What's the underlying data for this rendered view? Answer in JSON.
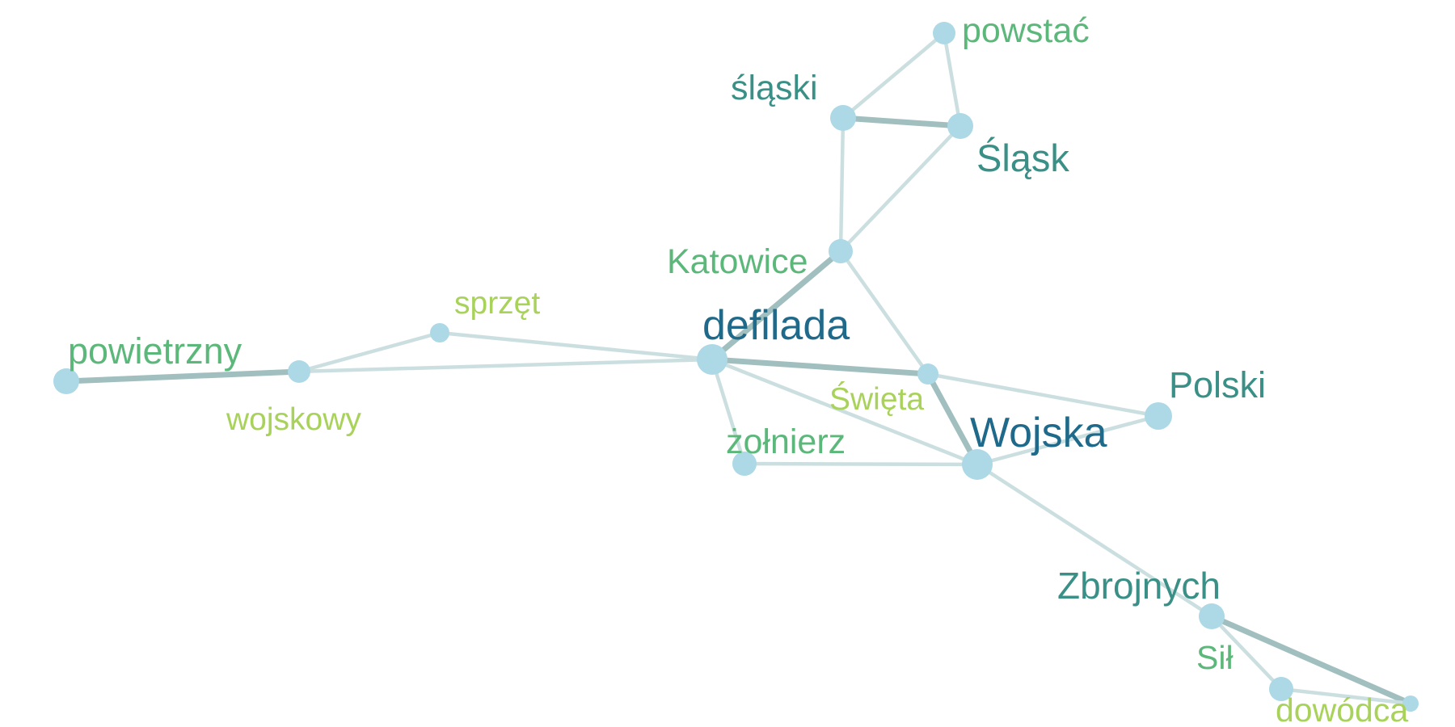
{
  "graph": {
    "node_color": "#add8e6",
    "nodes": [
      {
        "id": "powstac",
        "label": "powstać",
        "color": "#5cb87a"
      },
      {
        "id": "slaski",
        "label": "śląski",
        "color": "#3a9086"
      },
      {
        "id": "slask",
        "label": "Śląsk",
        "color": "#3a9086"
      },
      {
        "id": "katowice",
        "label": "Katowice",
        "color": "#5cb87a"
      },
      {
        "id": "defilada",
        "label": "defilada",
        "color": "#1f6a8a"
      },
      {
        "id": "sprzet",
        "label": "sprzęt",
        "color": "#a8d25a"
      },
      {
        "id": "powietrzny",
        "label": "powietrzny",
        "color": "#5cb87a"
      },
      {
        "id": "wojskowy",
        "label": "wojskowy",
        "color": "#a8d25a"
      },
      {
        "id": "swieta",
        "label": "Święta",
        "color": "#a8d25a"
      },
      {
        "id": "polski",
        "label": "Polski",
        "color": "#3a9086"
      },
      {
        "id": "zolnierz",
        "label": "żołnierz",
        "color": "#5cb87a"
      },
      {
        "id": "wojska",
        "label": "Wojska",
        "color": "#1f6a8a"
      },
      {
        "id": "zbrojnych",
        "label": "Zbrojnych",
        "color": "#3a9086"
      },
      {
        "id": "sil",
        "label": "Sił",
        "color": "#5cb87a"
      },
      {
        "id": "dowodca",
        "label": "dowódca",
        "color": "#a8d25a"
      }
    ],
    "edges": [
      {
        "source": "slaski",
        "target": "powstac",
        "weight": 1
      },
      {
        "source": "powstac",
        "target": "slask",
        "weight": 1
      },
      {
        "source": "slaski",
        "target": "slask",
        "weight": 2
      },
      {
        "source": "slaski",
        "target": "katowice",
        "weight": 1
      },
      {
        "source": "slask",
        "target": "katowice",
        "weight": 1
      },
      {
        "source": "katowice",
        "target": "defilada",
        "weight": 2
      },
      {
        "source": "katowice",
        "target": "swieta",
        "weight": 1
      },
      {
        "source": "defilada",
        "target": "swieta",
        "weight": 2
      },
      {
        "source": "defilada",
        "target": "sprzet",
        "weight": 1
      },
      {
        "source": "defilada",
        "target": "wojskowy",
        "weight": 1
      },
      {
        "source": "sprzet",
        "target": "wojskowy",
        "weight": 1
      },
      {
        "source": "powietrzny",
        "target": "wojskowy",
        "weight": 2
      },
      {
        "source": "defilada",
        "target": "wojska",
        "weight": 1
      },
      {
        "source": "defilada",
        "target": "zolnierz",
        "weight": 1
      },
      {
        "source": "zolnierz",
        "target": "wojska",
        "weight": 1
      },
      {
        "source": "swieta",
        "target": "wojska",
        "weight": 2
      },
      {
        "source": "swieta",
        "target": "polski",
        "weight": 1
      },
      {
        "source": "wojska",
        "target": "polski",
        "weight": 1
      },
      {
        "source": "wojska",
        "target": "zbrojnych",
        "weight": 1
      },
      {
        "source": "zbrojnych",
        "target": "dowodca",
        "weight": 2
      },
      {
        "source": "zbrojnych",
        "target": "sil",
        "weight": 1
      },
      {
        "source": "sil",
        "target": "dowodca",
        "weight": 1
      }
    ]
  }
}
